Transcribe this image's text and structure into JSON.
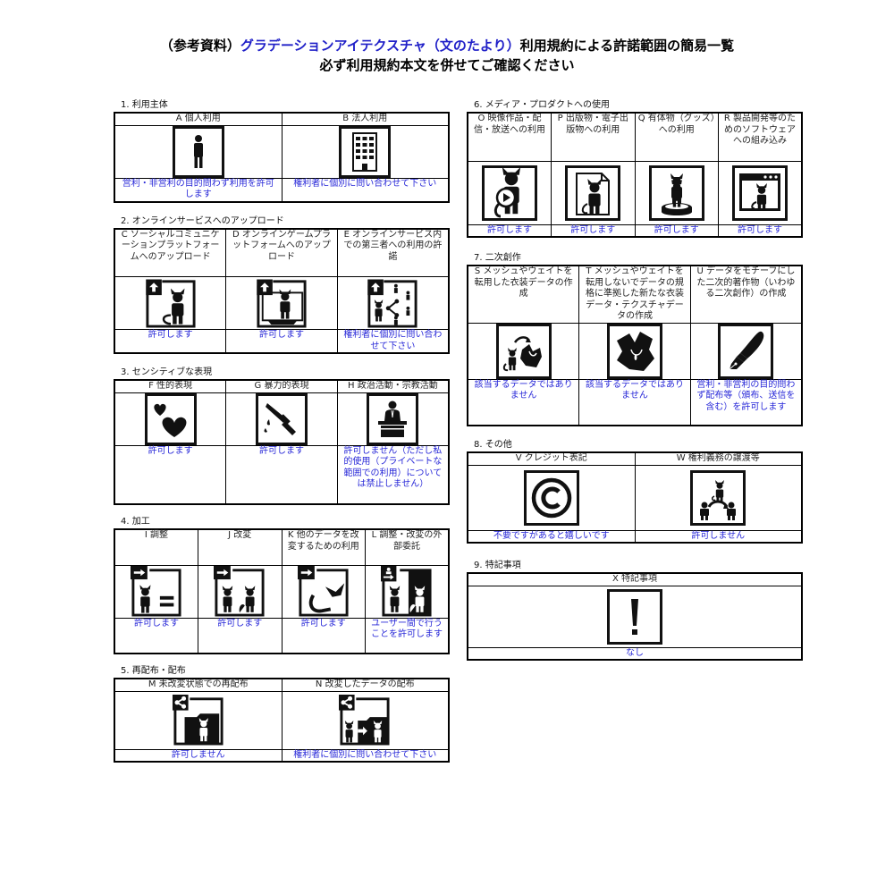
{
  "title": {
    "line1_prefix": "（参考資料）",
    "line1_highlight": "グラデーションアイテクスチャ（文のたより）",
    "line1_suffix": "利用規約による許諾範囲の簡易一覧",
    "line2": "必ず利用規約本文を併せてご確認ください"
  },
  "colors": {
    "text": "#000000",
    "result_blue": "#2828d8",
    "title_highlight": "#2020c8",
    "border": "#000000"
  },
  "sections": {
    "s1": {
      "label": "1. 利用主体",
      "items": [
        {
          "header": "A 個人利用",
          "icon": "person-icon",
          "result": "営利・非営利の目的問わず利用を許可します"
        },
        {
          "header": "B 法人利用",
          "icon": "building-icon",
          "result": "権利者に個別に問い合わせて下さい"
        }
      ]
    },
    "s2": {
      "label": "2. オンラインサービスへのアップロード",
      "items": [
        {
          "header": "C ソーシャルコミュニケーションプラットフォームへのアップロード",
          "icon": "upload-avatar-icon",
          "result": "許可します"
        },
        {
          "header": "D オンラインゲームプラットフォームへのアップロード",
          "icon": "upload-game-icon",
          "result": "許可します"
        },
        {
          "header": "E オンラインサービス内での第三者への利用の許諾",
          "icon": "upload-share-icon",
          "result": "権利者に個別に問い合わせて下さい"
        }
      ]
    },
    "s3": {
      "label": "3. センシティブな表現",
      "items": [
        {
          "header": "F 性的表現",
          "icon": "hearts-icon",
          "result": "許可します"
        },
        {
          "header": "G 暴力的表現",
          "icon": "knife-icon",
          "result": "許可します"
        },
        {
          "header": "H 政治活動・宗教活動",
          "icon": "podium-icon",
          "result": "許可しません（ただし私的使用（プライベートな範囲での利用）については禁止しません）"
        }
      ]
    },
    "s4": {
      "label": "4. 加工",
      "items": [
        {
          "header": "I 調整",
          "icon": "adjust-icon",
          "result": "許可します"
        },
        {
          "header": "J 改変",
          "icon": "modify-icon",
          "result": "許可します"
        },
        {
          "header": "K 他のデータを改変するための利用",
          "icon": "parts-icon",
          "result": "許可します"
        },
        {
          "header": "L 調整・改変の外部委託",
          "icon": "outsource-icon",
          "result": "ユーザー間で行うことを許可します"
        }
      ]
    },
    "s5": {
      "label": "5. 再配布・配布",
      "items": [
        {
          "header": "M 未改変状態での再配布",
          "icon": "redistribute-icon",
          "result": "許可しません"
        },
        {
          "header": "N 改変したデータの配布",
          "icon": "distribute-modified-icon",
          "result": "権利者に個別に問い合わせて下さい"
        }
      ]
    },
    "s6": {
      "label": "6. メディア・プロダクトへの使用",
      "items": [
        {
          "header": "O 映像作品・配信・放送への利用",
          "icon": "video-play-icon",
          "result": "許可します"
        },
        {
          "header": "P 出版物・電子出版物への利用",
          "icon": "document-icon",
          "result": "許可します"
        },
        {
          "header": "Q 有体物（グッズ）への利用",
          "icon": "figure-icon",
          "result": "許可します"
        },
        {
          "header": "R 製品開発等のためのソフトウェアへの組み込み",
          "icon": "software-window-icon",
          "result": "許可します"
        }
      ]
    },
    "s7": {
      "label": "7. 二次創作",
      "items": [
        {
          "header": "S メッシュやウェイトを転用した衣装データの作成",
          "icon": "costume-transfer-icon",
          "result": "該当するデータではありません"
        },
        {
          "header": "T メッシュやウェイトを転用しないでデータの規格に準拠した新たな衣装データ・テクスチャデータの作成",
          "icon": "costume-icon",
          "result": "該当するデータではありません"
        },
        {
          "header": "U データをモチーフにした二次的著作物（いわゆる二次創作）の作成",
          "icon": "pen-nib-icon",
          "result": "営利・非営利の目的問わず配布等（頒布、送信を含む）を許可します"
        }
      ]
    },
    "s8": {
      "label": "8. その他",
      "items": [
        {
          "header": "V クレジット表記",
          "icon": "copyright-icon",
          "result": "不要ですがあると嬉しいです"
        },
        {
          "header": "W 権利義務の譲渡等",
          "icon": "transfer-rights-icon",
          "result": "許可しません"
        }
      ]
    },
    "s9": {
      "label": "9. 特記事項",
      "items": [
        {
          "header": "X 特記事項",
          "icon": "exclamation-icon",
          "result": "なし"
        }
      ]
    }
  }
}
